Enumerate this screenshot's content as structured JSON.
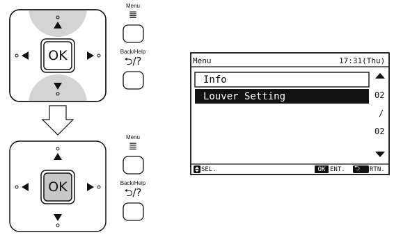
{
  "remote_top": {
    "ok_label": "OK",
    "menu_button": {
      "caption": "Menu",
      "icon": "menu-list-icon",
      "symbol": "≣"
    },
    "back_button": {
      "caption": "Back/Help",
      "icon": "back-help-icon",
      "symbol": "⮌/?"
    }
  },
  "remote_bottom": {
    "ok_label": "OK",
    "menu_button": {
      "caption": "Menu",
      "icon": "menu-list-icon",
      "symbol": "≣"
    },
    "back_button": {
      "caption": "Back/Help",
      "icon": "back-help-icon",
      "symbol": "⮌/?"
    }
  },
  "screen": {
    "title": "Menu",
    "clock": "17:31(Thu)",
    "items": [
      {
        "label": "Info",
        "selected": false
      },
      {
        "label": "Louver Setting",
        "selected": true
      }
    ],
    "page_current": "02",
    "page_sep": "/",
    "page_total": "02",
    "footer": {
      "sel_icon": "updown-icon",
      "sel": "SEL.",
      "ok_key": "OK",
      "ent": "ENT.",
      "rtn_icon": "return-icon",
      "rtn": "RTN."
    }
  },
  "colors": {
    "highlight": "#d4d4d4",
    "ok_pressed": "#c8c8c8",
    "ink": "#111111"
  }
}
